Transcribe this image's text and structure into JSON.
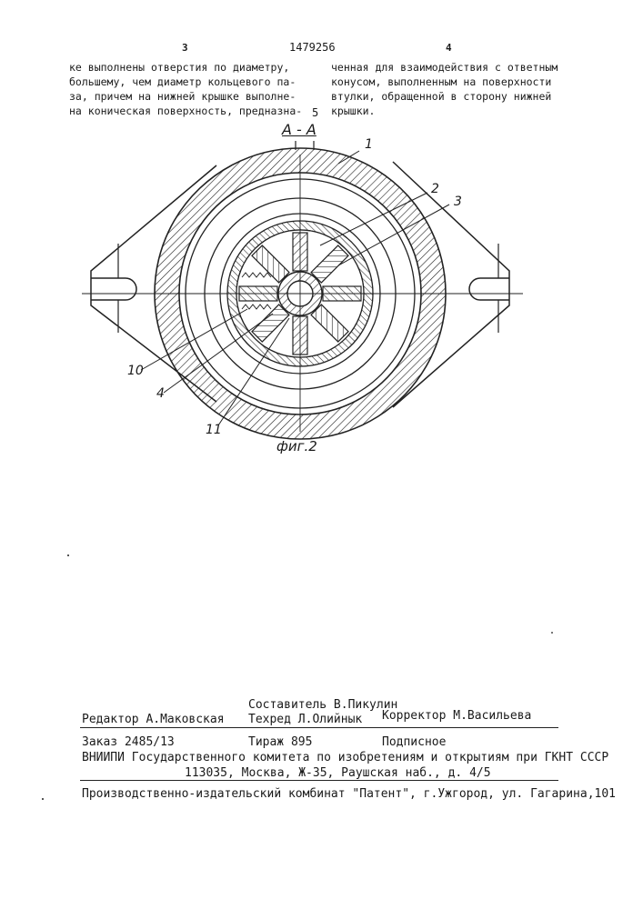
{
  "header": {
    "page_left": "3",
    "patent_number": "1479256",
    "page_right": "4",
    "line_marker": "5"
  },
  "columns": {
    "left": [
      "ке выполнены отверстия по диаметру,",
      "большему, чем диаметр кольцевого па-",
      "за, причем на нижней крышке выполне-",
      "на коническая поверхность, предназна-"
    ],
    "right": [
      "ченная для взаимодействия с ответным",
      "конусом, выполненным на поверхности",
      "втулки, обращенной в сторону нижней",
      "крышки."
    ]
  },
  "figure": {
    "section_label": "А - А",
    "caption": "фиг.2",
    "callouts": [
      "1",
      "2",
      "3",
      "10",
      "4",
      "11"
    ]
  },
  "footer": {
    "compiler": "Составитель В.Пикулин",
    "editor": "Редактор А.Маковская",
    "techred": "Техред Л.Олийнык",
    "corrector": "Корректор М.Васильева",
    "order": "Заказ 2485/13",
    "circulation": "Тираж 895",
    "subscription": "Подписное",
    "org_line": "ВНИИПИ Государственного комитета по изобретениям и открытиям при ГКНТ СССР",
    "address": "113035, Москва, Ж-35, Раушская наб., д. 4/5",
    "printer": "Производственно-издательский комбинат \"Патент\", г.Ужгород, ул. Гагарина,101"
  }
}
